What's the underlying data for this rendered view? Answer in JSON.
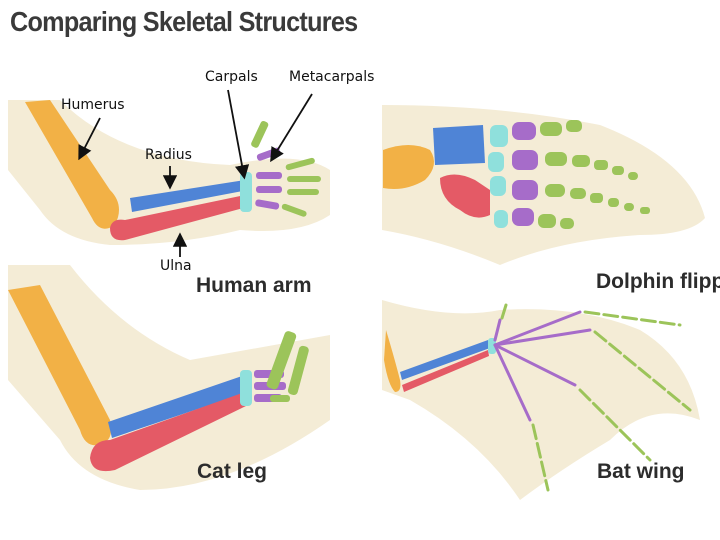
{
  "title": "Comparing Skeletal Structures",
  "labels": {
    "carpals": "Carpals",
    "metacarpals": "Metacarpals",
    "humerus": "Humerus",
    "radius": "Radius",
    "ulna": "Ulna"
  },
  "panels": {
    "human_arm": "Human arm",
    "dolphin_flipper": "Dolphin flipper",
    "cat_leg": "Cat leg",
    "bat_wing": "Bat wing"
  },
  "colors": {
    "background_tissue": "#f4ecd6",
    "humerus": "#f2b146",
    "radius": "#4f84d6",
    "ulna": "#e45a66",
    "carpals": "#8fe0dc",
    "metacarpals": "#a66cc9",
    "phalanges": "#9cc45a"
  }
}
